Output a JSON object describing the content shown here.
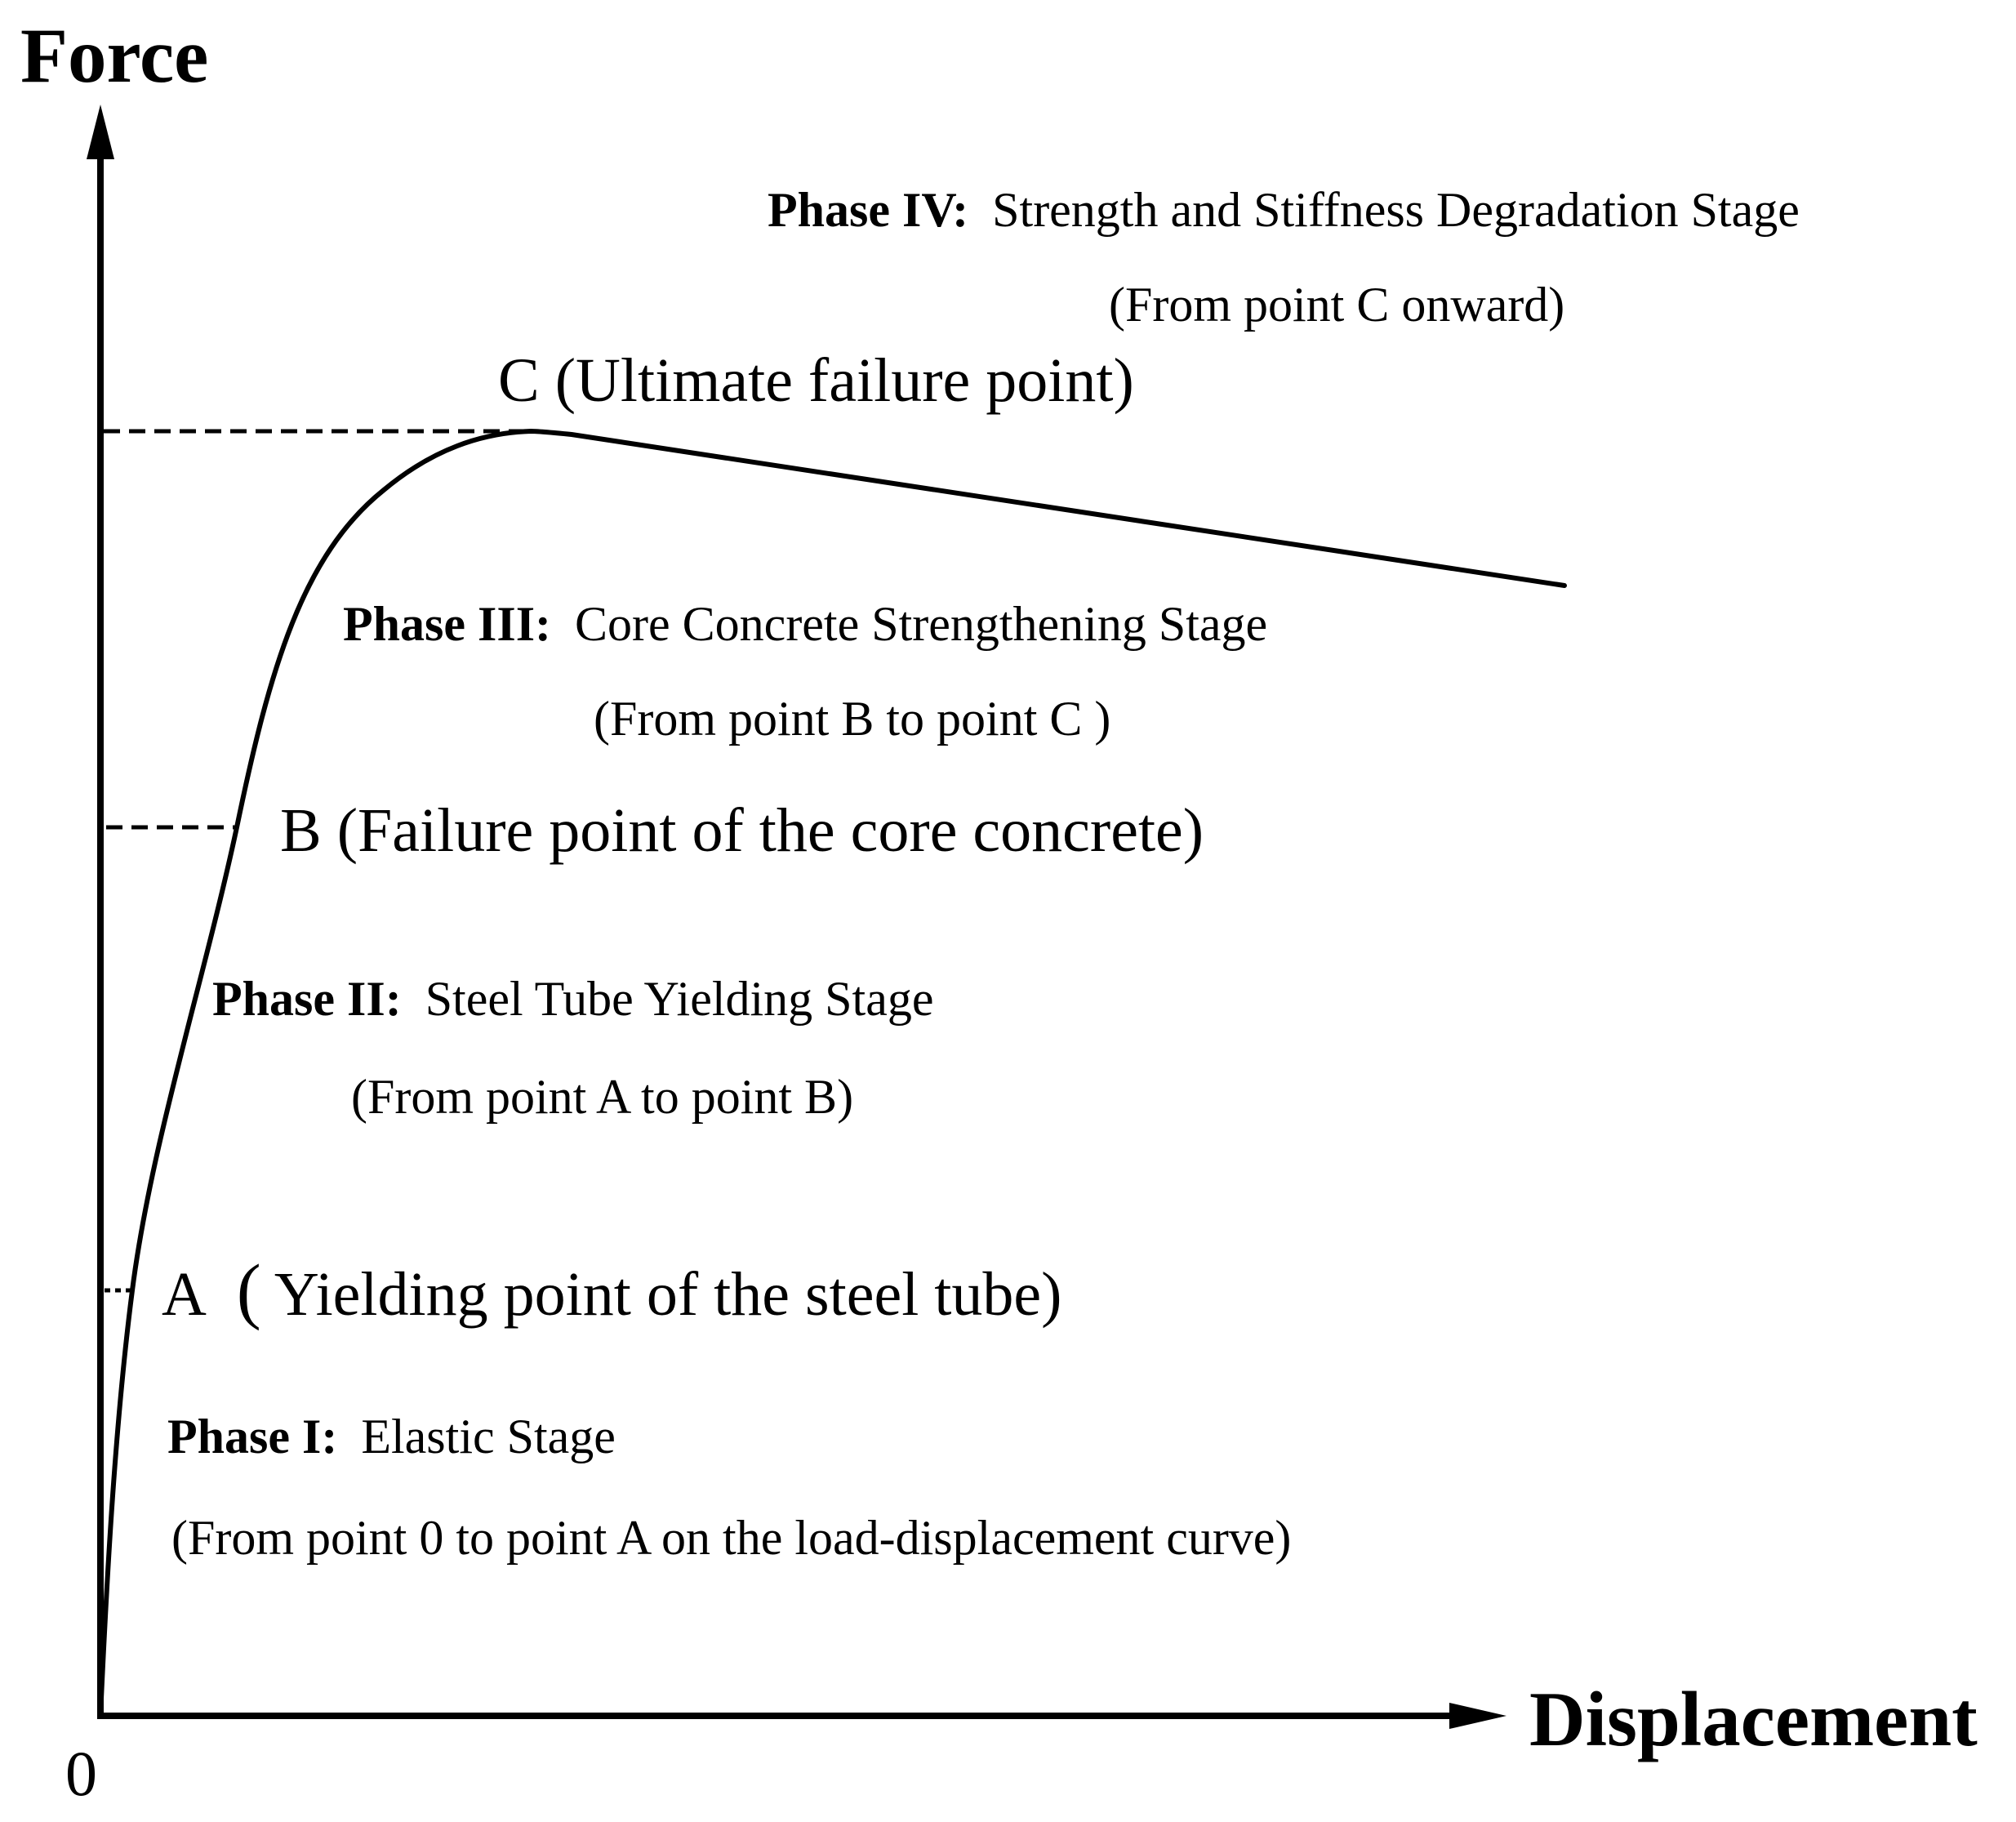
{
  "axes": {
    "y_title": "Force",
    "x_title": "Displacement",
    "origin": "0"
  },
  "points": {
    "A": {
      "letter": "A",
      "open_paren": "(",
      "label": "Yielding point of the steel tube)"
    },
    "B": {
      "label": "B (Failure point of the core concrete)"
    },
    "C": {
      "label": "C (Ultimate failure point)"
    }
  },
  "phases": [
    {
      "name": "Phase I:",
      "title": "Elastic Stage",
      "range": "(From point 0 to point A on the load-displacement curve)"
    },
    {
      "name": "Phase II:",
      "title": "Steel Tube Yielding Stage",
      "range": "(From point A to point B)"
    },
    {
      "name": "Phase III:",
      "title": "Core Concrete Strengthening Stage",
      "range": "(From point B to point C )"
    },
    {
      "name": "Phase IV:",
      "title": "Strength and Stiffness Degradation Stage",
      "range": "(From point C onward)"
    }
  ],
  "colors": {
    "ink": "#000000",
    "background": "#ffffff"
  }
}
